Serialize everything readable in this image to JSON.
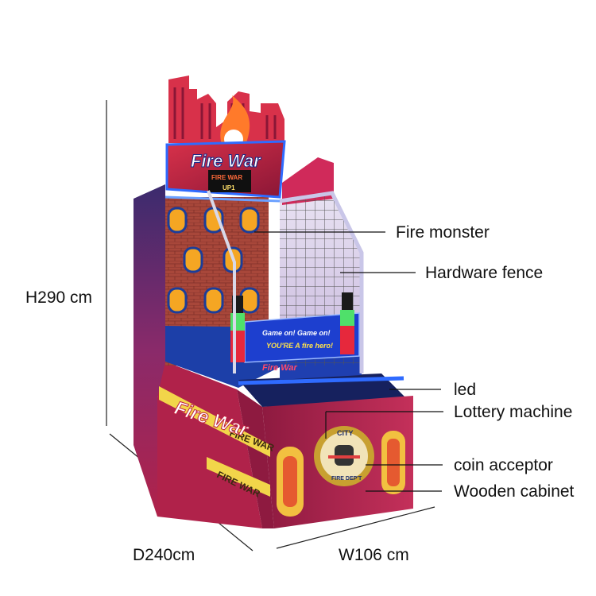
{
  "dimensions": {
    "height": "H290 cm",
    "depth": "D240cm",
    "width": "W106 cm"
  },
  "callouts": [
    {
      "id": "fire-monster",
      "label": "Fire monster"
    },
    {
      "id": "hardware-fence",
      "label": "Hardware fence"
    },
    {
      "id": "led",
      "label": "led"
    },
    {
      "id": "lottery-machine",
      "label": "Lottery machine"
    },
    {
      "id": "coin-acceptor",
      "label": "coin acceptor"
    },
    {
      "id": "wooden-cabinet",
      "label": "Wooden cabinet"
    }
  ],
  "machine": {
    "marquee_title": "Fire War",
    "score_line_1": "FIRE WAR",
    "score_line_2": "UP1",
    "banner_line_1": "Game on! Game on!",
    "banner_line_2": "YOU'RE A fire hero!",
    "small_banner": "Fire War",
    "side_title": "Fire War",
    "tape_text": "FIRE WAR",
    "badge_top": "CITY",
    "badge_bottom": "FIRE DEP'T"
  },
  "colors": {
    "cabinet_red": "#b0224a",
    "brick": "#a8473a",
    "fence_frame": "#c9c6e8",
    "led_blue": "#2f6bff",
    "tape_yellow": "#f2d54a"
  }
}
